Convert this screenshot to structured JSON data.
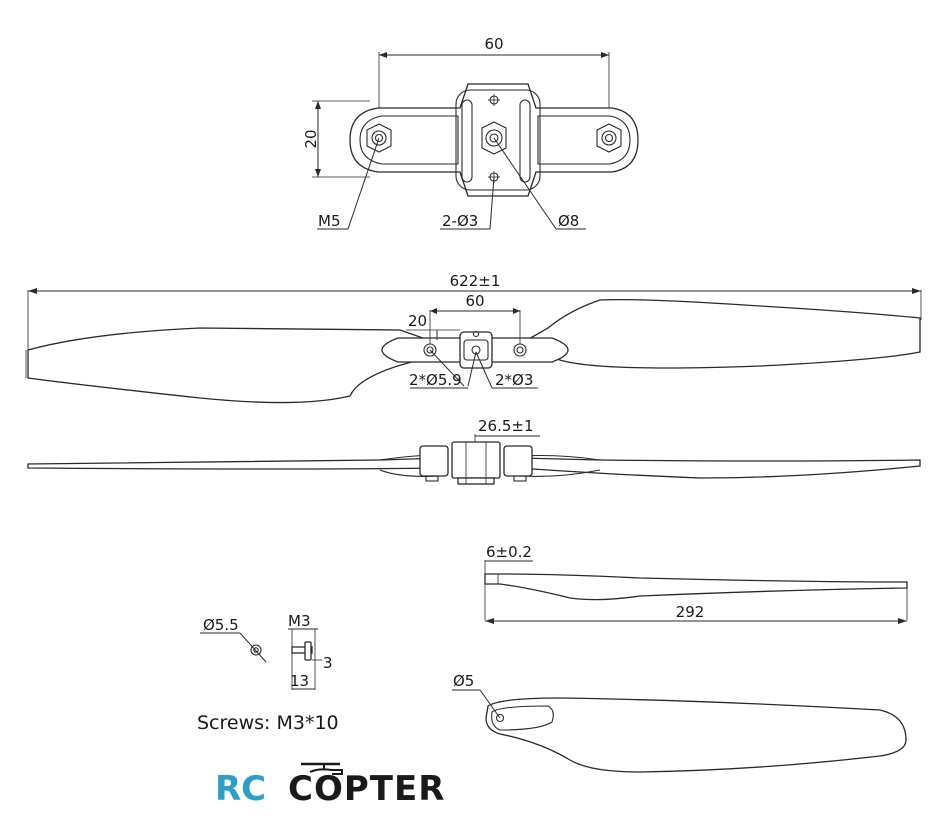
{
  "hub_top": {
    "dim_width": "60",
    "dim_height": "20",
    "label_m5": "M5",
    "label_holes": "2-Ø3",
    "label_center": "Ø8"
  },
  "prop_top": {
    "dim_length": "622±1",
    "dim_hub": "60",
    "dim_20": "20",
    "label_left": "2*Ø5.9",
    "label_right": "2*Ø3"
  },
  "prop_side": {
    "dim_hub_height": "26.5±1"
  },
  "blade_side": {
    "dim_thickness": "6±0.2",
    "dim_length": "292"
  },
  "screw": {
    "label_dia": "Ø5.5",
    "label_thread": "M3",
    "label_head": "3",
    "label_length": "13",
    "caption": "Screws: M3*10"
  },
  "blade_top": {
    "label_hole": "Ø5"
  },
  "logo": {
    "part1": "RC",
    "part2": "COPTER",
    "accent": "#2aa0c8"
  }
}
